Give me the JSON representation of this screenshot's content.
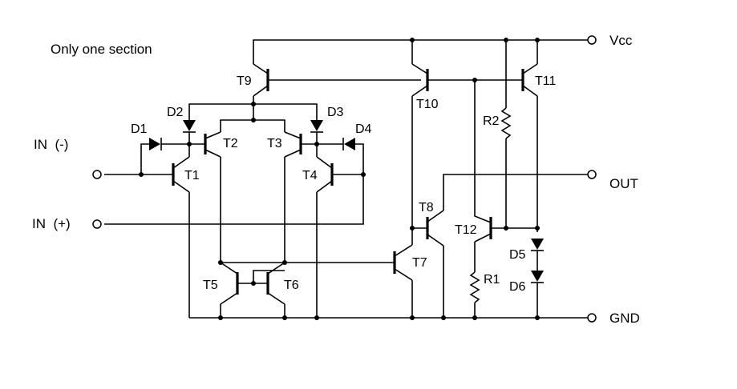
{
  "note": "Only one section",
  "terminals": {
    "vcc": "Vcc",
    "out": "OUT",
    "gnd": "GND",
    "in_minus": "IN  (-)",
    "in_plus": "IN  (+)"
  },
  "transistors": {
    "t1": "T1",
    "t2": "T2",
    "t3": "T3",
    "t4": "T4",
    "t5": "T5",
    "t6": "T6",
    "t7": "T7",
    "t8": "T8",
    "t9": "T9",
    "t10": "T10",
    "t11": "T11",
    "t12": "T12"
  },
  "diodes": {
    "d1": "D1",
    "d2": "D2",
    "d3": "D3",
    "d4": "D4",
    "d5": "D5",
    "d6": "D6"
  },
  "resistors": {
    "r1": "R1",
    "r2": "R2"
  }
}
